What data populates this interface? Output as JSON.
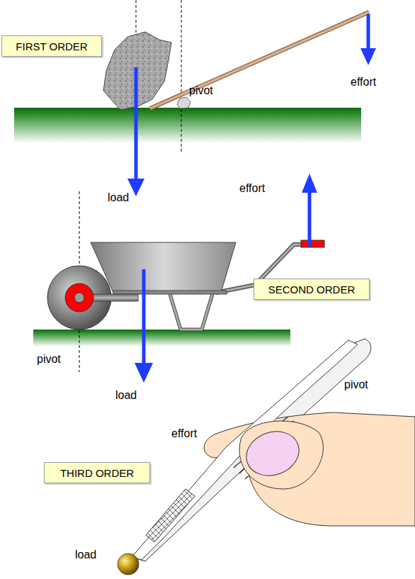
{
  "diagram": {
    "nodes": [
      {
        "text": [
          "FIRST ORDER"
        ]
      },
      {
        "text": [
          "SECOND ORDER"
        ]
      },
      {
        "text": [
          "THIRD ORDER"
        ]
      }
    ],
    "labels": [
      "pivot",
      "effort",
      "load",
      "effort",
      "pivot",
      "load",
      "pivot",
      "effort",
      "load"
    ]
  }
}
